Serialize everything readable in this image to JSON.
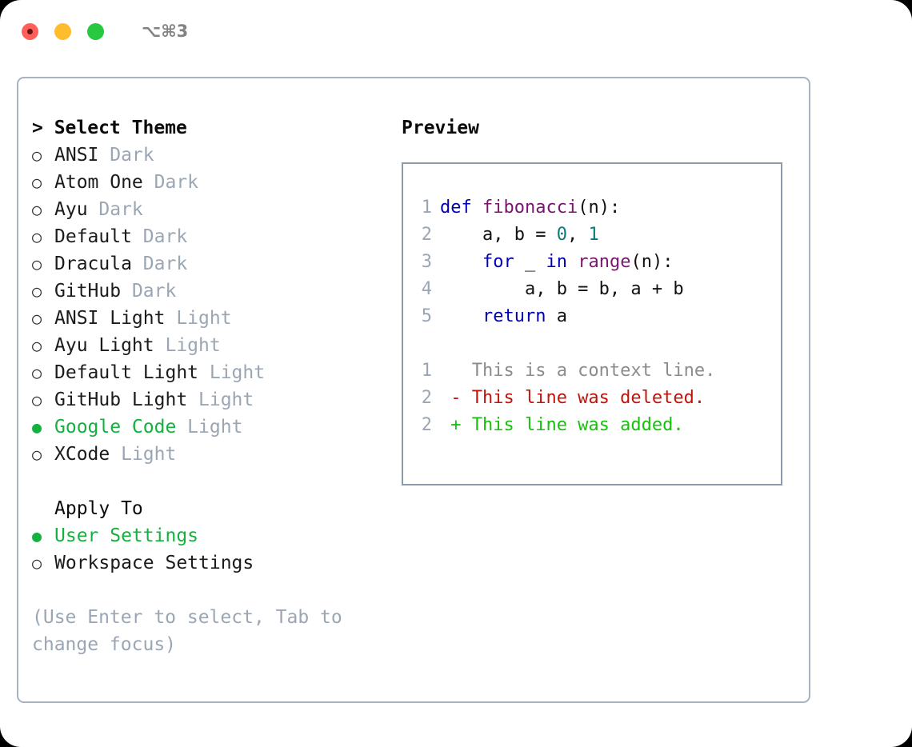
{
  "titlebar": {
    "shortcut": "⌥⌘3",
    "lights": [
      "close",
      "minimize",
      "maximize"
    ]
  },
  "theme_picker": {
    "heading": "> Select Theme",
    "bullet_unselected": "○",
    "bullet_selected": "●",
    "accent_color": "#13b23f",
    "tag_color": "#9ba6b4",
    "items": [
      {
        "name": "ANSI",
        "tag": "Dark",
        "selected": false
      },
      {
        "name": "Atom One",
        "tag": "Dark",
        "selected": false
      },
      {
        "name": "Ayu",
        "tag": "Dark",
        "selected": false
      },
      {
        "name": "Default",
        "tag": "Dark",
        "selected": false
      },
      {
        "name": "Dracula",
        "tag": "Dark",
        "selected": false
      },
      {
        "name": "GitHub",
        "tag": "Dark",
        "selected": false
      },
      {
        "name": "ANSI Light",
        "tag": "Light",
        "selected": false
      },
      {
        "name": "Ayu Light",
        "tag": "Light",
        "selected": false
      },
      {
        "name": "Default Light",
        "tag": "Light",
        "selected": false
      },
      {
        "name": "GitHub Light",
        "tag": "Light",
        "selected": false
      },
      {
        "name": "Google Code",
        "tag": "Light",
        "selected": true
      },
      {
        "name": "XCode",
        "tag": "Light",
        "selected": false
      }
    ]
  },
  "apply_to": {
    "heading": "Apply To",
    "items": [
      {
        "name": "User Settings",
        "selected": true
      },
      {
        "name": "Workspace Settings",
        "selected": false
      }
    ]
  },
  "hint": "(Use Enter to select, Tab to change focus)",
  "preview": {
    "label": "Preview",
    "code_lines": [
      {
        "ln": "1",
        "tokens": [
          {
            "t": "def ",
            "c": "kw"
          },
          {
            "t": "fibonacci",
            "c": "fn"
          },
          {
            "t": "(n):",
            "c": "txt"
          }
        ]
      },
      {
        "ln": "2",
        "tokens": [
          {
            "t": "    a, b = ",
            "c": "txt"
          },
          {
            "t": "0",
            "c": "num"
          },
          {
            "t": ", ",
            "c": "txt"
          },
          {
            "t": "1",
            "c": "num"
          }
        ]
      },
      {
        "ln": "3",
        "tokens": [
          {
            "t": "    ",
            "c": "txt"
          },
          {
            "t": "for",
            "c": "kw"
          },
          {
            "t": " _ ",
            "c": "txt"
          },
          {
            "t": "in",
            "c": "kw"
          },
          {
            "t": " ",
            "c": "txt"
          },
          {
            "t": "range",
            "c": "fn"
          },
          {
            "t": "(n):",
            "c": "txt"
          }
        ]
      },
      {
        "ln": "4",
        "tokens": [
          {
            "t": "        a, b = b, a + b",
            "c": "txt"
          }
        ]
      },
      {
        "ln": "5",
        "tokens": [
          {
            "t": "    ",
            "c": "txt"
          },
          {
            "t": "return",
            "c": "kw"
          },
          {
            "t": " a",
            "c": "txt"
          }
        ]
      }
    ],
    "diff_lines": [
      {
        "ln": "1",
        "tokens": [
          {
            "t": "   This is a context line.",
            "c": "ctx"
          }
        ]
      },
      {
        "ln": "2",
        "tokens": [
          {
            "t": " - This line was deleted.",
            "c": "del"
          }
        ]
      },
      {
        "ln": "2",
        "tokens": [
          {
            "t": " + This line was added.",
            "c": "add"
          }
        ]
      }
    ]
  }
}
